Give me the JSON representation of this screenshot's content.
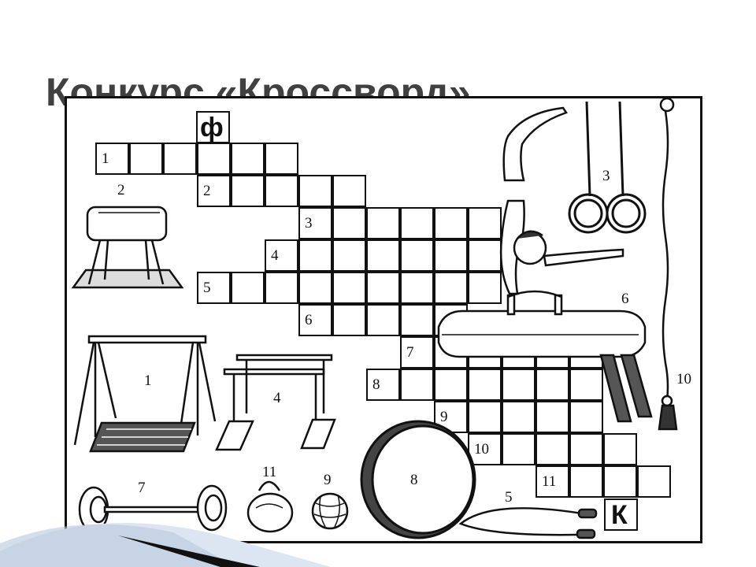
{
  "slide": {
    "title": "Конкурс «Кроссворд»"
  },
  "crossword": {
    "start_letter": "ф",
    "end_letter": "К",
    "row_numbers": [
      "1",
      "2",
      "3",
      "4",
      "5",
      "6",
      "7",
      "8",
      "9",
      "10",
      "11"
    ]
  },
  "equipment_labels": [
    {
      "num": "1",
      "icon": "swing-icon"
    },
    {
      "num": "2",
      "icon": "vaulting-horse-icon"
    },
    {
      "num": "3",
      "icon": "gymnastic-rings-icon"
    },
    {
      "num": "4",
      "icon": "parallel-bars-icon"
    },
    {
      "num": "5",
      "icon": "jump-rope-icon"
    },
    {
      "num": "6",
      "icon": "pommel-horse-icon"
    },
    {
      "num": "7",
      "icon": "barbell-icon"
    },
    {
      "num": "8",
      "icon": "hoop-icon"
    },
    {
      "num": "9",
      "icon": "ball-icon"
    },
    {
      "num": "10",
      "icon": "climbing-rope-icon"
    },
    {
      "num": "11",
      "icon": "kettlebell-icon"
    }
  ]
}
